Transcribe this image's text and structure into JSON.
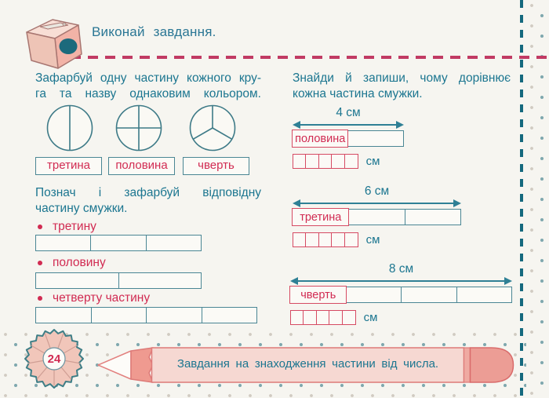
{
  "icons": {
    "sharpener": "pencil-sharpener-icon",
    "page_badge": "pencil-shaving-badge",
    "banner": "pencil-banner"
  },
  "colors": {
    "teal_text": "#1c7690",
    "red_text": "#d12b52",
    "dashed_red_line": "#c13a63",
    "dashed_teal_line": "#15697e",
    "strip_border": "#4a8694",
    "page_bg": "#f6f5f0"
  },
  "header": {
    "title": "Виконай  завдання."
  },
  "left_task1": {
    "line1": "Зафарбуй одну частину кожного кру-",
    "line2": "га та назву однаковим кольором.",
    "circles": [
      {
        "parts": 2
      },
      {
        "parts": 4
      },
      {
        "parts": 3
      }
    ],
    "name_labels": [
      "третина",
      "половина",
      "чверть"
    ]
  },
  "left_task2": {
    "line1": "Познач і зафарбуй відповідну",
    "line2": "частину смужки.",
    "items": [
      {
        "label": "третину",
        "cells": 3
      },
      {
        "label": "половину",
        "cells": 2
      },
      {
        "label": "четверту частину",
        "cells": 4
      }
    ]
  },
  "right_task": {
    "line1": "Знайди й запиши, чому дорівнює",
    "line2": "кожна частина смужки.",
    "items": [
      {
        "length_label": "4 см",
        "part_label": "половина",
        "cells": 2,
        "answer_cells": 5,
        "unit": "см"
      },
      {
        "length_label": "6 см",
        "part_label": "третина",
        "cells": 3,
        "answer_cells": 5,
        "unit": "см"
      },
      {
        "length_label": "8 см",
        "part_label": "чверть",
        "cells": 4,
        "answer_cells": 5,
        "unit": "см"
      }
    ]
  },
  "footer": {
    "page_number": "24",
    "banner_text": "Завдання  на  знаходження  частини  від  числа."
  }
}
